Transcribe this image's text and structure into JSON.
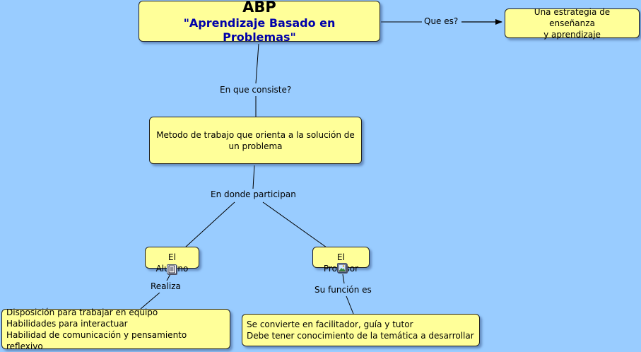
{
  "colors": {
    "background": "#99ccff",
    "concept_fill": "#ffff99",
    "title_subtitle": "#0000aa",
    "line": "#000000"
  },
  "concepts": {
    "main": {
      "title": "ABP",
      "subtitle": "\"Aprendizaje Basado en Problemas\""
    },
    "definition": {
      "line1": "Una estrategia de enseñanza",
      "line2": "y aprendizaje"
    },
    "method": {
      "line1": "Metodo de trabajo que orienta a la solución de",
      "line2": "un problema"
    },
    "student": {
      "label": "El Alumno",
      "resource_icon": "document-icon"
    },
    "teacher": {
      "label": "El Profesor",
      "resource_icon": "image-icon"
    },
    "student_tasks": {
      "items": [
        "Disposición para trabajar en equipo",
        "Habilidades para interactuar",
        "Habilidad de comunicación y pensamiento reflexivo"
      ]
    },
    "teacher_role": {
      "items": [
        "Se convierte en facilitador, guía y tutor",
        "Debe tener conocimiento de la temática a desarrollar"
      ]
    }
  },
  "links": {
    "que_es": "Que es?",
    "en_que_consiste": "En que consiste?",
    "en_donde_participan": "En donde participan",
    "realiza": "Realiza",
    "su_funcion_es": "Su función es"
  }
}
